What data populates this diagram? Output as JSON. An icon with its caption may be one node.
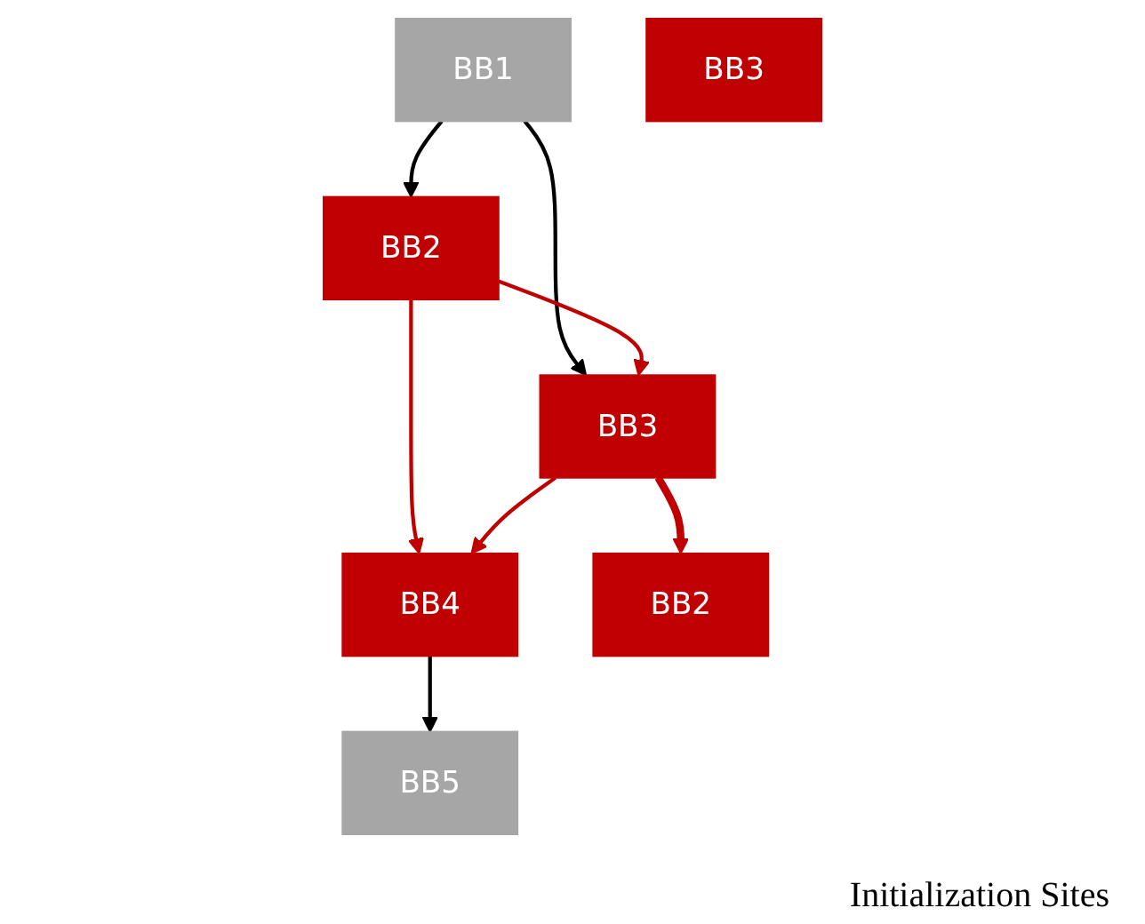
{
  "diagram": {
    "nodes": [
      {
        "text": [
          "BB1"
        ]
      },
      {
        "text": [
          "BB2"
        ]
      },
      {
        "text": [
          "BB3"
        ]
      },
      {
        "text": [
          "BB4"
        ]
      },
      {
        "text": [
          "BB5"
        ]
      },
      {
        "text": [
          "BB2"
        ]
      },
      {
        "text": [
          "BB3"
        ]
      }
    ],
    "edges": [
      {
        "from": 0,
        "to": 1,
        "arrow": "to",
        "color": "#000000"
      },
      {
        "from": 0,
        "to": 2,
        "arrow": "to",
        "color": "#000000"
      },
      {
        "from": 1,
        "to": 2,
        "arrow": "to",
        "color": "#c00000"
      },
      {
        "from": 1,
        "to": 3,
        "arrow": "to",
        "color": "#c00000"
      },
      {
        "from": 2,
        "to": 3,
        "arrow": "to",
        "color": "#c00000"
      },
      {
        "from": 3,
        "to": 4,
        "arrow": "to",
        "color": "#000000"
      },
      {
        "from": 2,
        "to": 5,
        "arrow": "to",
        "style": "thick",
        "color": "#c00000"
      }
    ],
    "labels": [
      "Initialization Sites"
    ]
  }
}
